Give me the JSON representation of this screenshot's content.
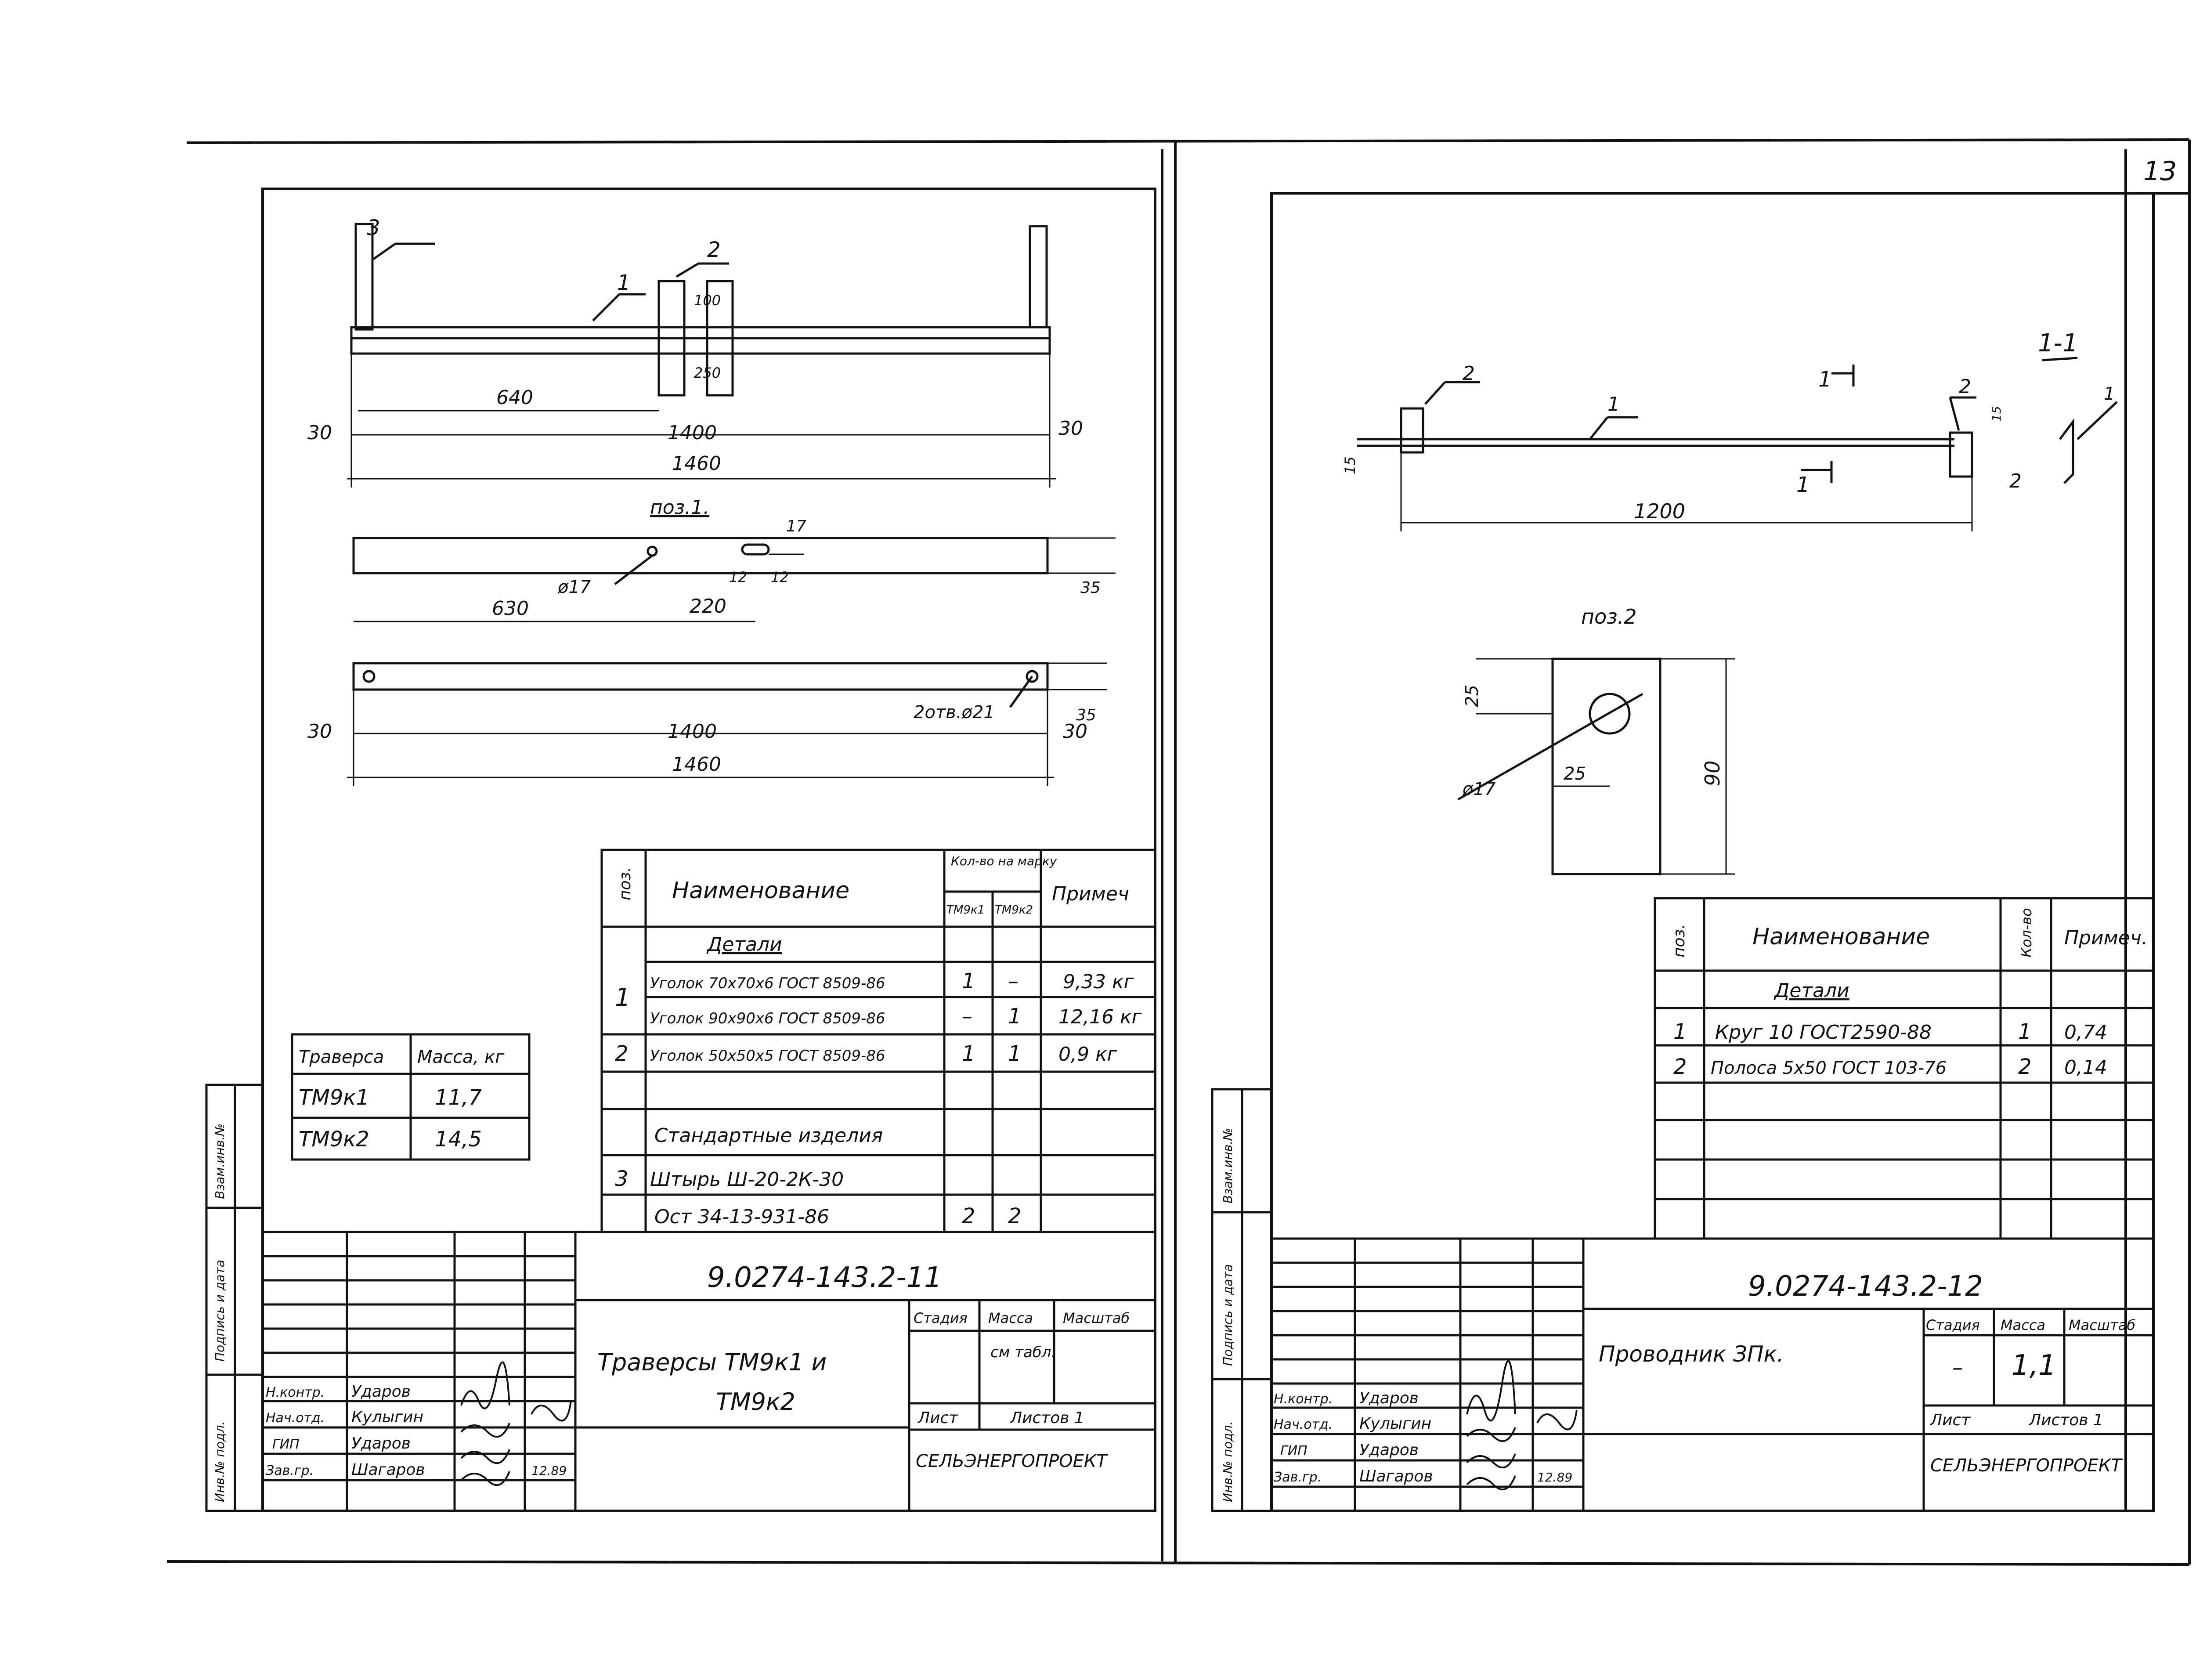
{
  "page_number": "13",
  "left": {
    "drawing": {
      "top_view": {
        "pos_labels": [
          "3",
          "2",
          "1"
        ],
        "dim_100": "100",
        "dim_250": "250",
        "dim_640": "640",
        "dim_30_left": "30",
        "dim_1400": "1400",
        "dim_30_right": "30",
        "dim_1460": "1460"
      },
      "pos1_title": "поз.1.",
      "pos1_view1": {
        "dim_17": "17",
        "dim_35": "35",
        "dia_17": "ø17",
        "dim_12a": "12",
        "dim_12b": "12",
        "dim_630": "630",
        "dim_220": "220"
      },
      "pos1_view2": {
        "dim_35": "35",
        "holes": "2отв.ø21",
        "dim_30_left": "30",
        "dim_1400": "1400",
        "dim_30_right": "30",
        "dim_1460": "1460"
      }
    },
    "mass_table": {
      "headers": [
        "Траверса",
        "Масса, кг"
      ],
      "rows": [
        [
          "ТМ9к1",
          "11,7"
        ],
        [
          "ТМ9к2",
          "14,5"
        ]
      ]
    },
    "spec_table": {
      "header_pos": "поз.",
      "header_name": "Наименование",
      "header_qty": "Кол-во на марку",
      "header_qty_sub": [
        "ТМ9к1",
        "ТМ9к2"
      ],
      "header_note": "Примеч",
      "section_details": "Детали",
      "rows": [
        {
          "pos": "1",
          "name": "Уголок 70х70х6 ГОСТ 8509-86",
          "q1": "1",
          "q2": "–",
          "note": "9,33 кг"
        },
        {
          "pos": "",
          "name": "Уголок 90х90х6 ГОСТ 8509-86",
          "q1": "–",
          "q2": "1",
          "note": "12,16 кг"
        },
        {
          "pos": "2",
          "name": "Уголок 50х50х5 ГОСТ 8509-86",
          "q1": "1",
          "q2": "1",
          "note": "0,9 кг"
        }
      ],
      "section_std": "Стандартные изделия",
      "std_rows": [
        {
          "pos": "3",
          "name": "Штырь Ш-20-2К-30",
          "q1": "",
          "q2": "",
          "note": ""
        },
        {
          "pos": "",
          "name": "Ост 34-13-931-86",
          "q1": "2",
          "q2": "2",
          "note": ""
        }
      ]
    },
    "title_block": {
      "doc_code": "9.0274-143.2-11",
      "title_line1": "Траверсы ТМ9к1 и",
      "title_line2": "ТМ9к2",
      "stage_label": "Стадия",
      "mass_label": "Масса",
      "scale_label": "Масштаб",
      "mass_value": "см табл.",
      "sheet_label": "Лист",
      "sheets_label": "Листов 1",
      "org": "СЕЛЬЭНЕРГОПРОЕКТ",
      "roles": [
        "Н.контр.",
        "Нач.отд.",
        "ГИП",
        "Зав.гр."
      ],
      "names": [
        "Ударов",
        "Кулыгин",
        "Ударов",
        "Шагаров"
      ],
      "date": "12.89"
    },
    "side_labels": [
      "Инв.№ подл.",
      "Подпись и дата",
      "Взам.инв.№"
    ]
  },
  "right": {
    "drawing": {
      "pos_labels": [
        "2",
        "1",
        "2"
      ],
      "section_mark": "1",
      "section_title": "1-1",
      "section_pos1": "1",
      "section_pos2": "2",
      "dim_15_left": "15",
      "dim_15_right": "15",
      "dim_1200": "1200",
      "pos2_title": "поз.2",
      "dim_25_vert": "25",
      "dim_25_horiz": "25",
      "dia_17": "ø17",
      "dim_90": "90"
    },
    "spec_table": {
      "header_pos": "поз.",
      "header_name": "Наименование",
      "header_qty": "Кол-во",
      "header_note": "Примеч.",
      "section_details": "Детали",
      "rows": [
        {
          "pos": "1",
          "name": "Круг 10 ГОСТ2590-88",
          "qty": "1",
          "note": "0,74"
        },
        {
          "pos": "2",
          "name": "Полоса 5х50 ГОСТ 103-76",
          "qty": "2",
          "note": "0,14"
        }
      ]
    },
    "title_block": {
      "doc_code": "9.0274-143.2-12",
      "title": "Проводник ЗПк.",
      "stage_label": "Стадия",
      "mass_label": "Масса",
      "scale_label": "Масштаб",
      "stage_value": "–",
      "mass_value": "1,1",
      "sheet_label": "Лист",
      "sheets_label": "Листов 1",
      "org": "СЕЛЬЭНЕРГОПРОЕКТ",
      "roles": [
        "Н.контр.",
        "Нач.отд.",
        "ГИП",
        "Зав.гр."
      ],
      "names": [
        "Ударов",
        "Кулыгин",
        "Ударов",
        "Шагаров"
      ],
      "date": "12.89"
    },
    "side_labels": [
      "Инв.№ подл.",
      "Подпись и дата",
      "Взам.инв.№"
    ]
  }
}
